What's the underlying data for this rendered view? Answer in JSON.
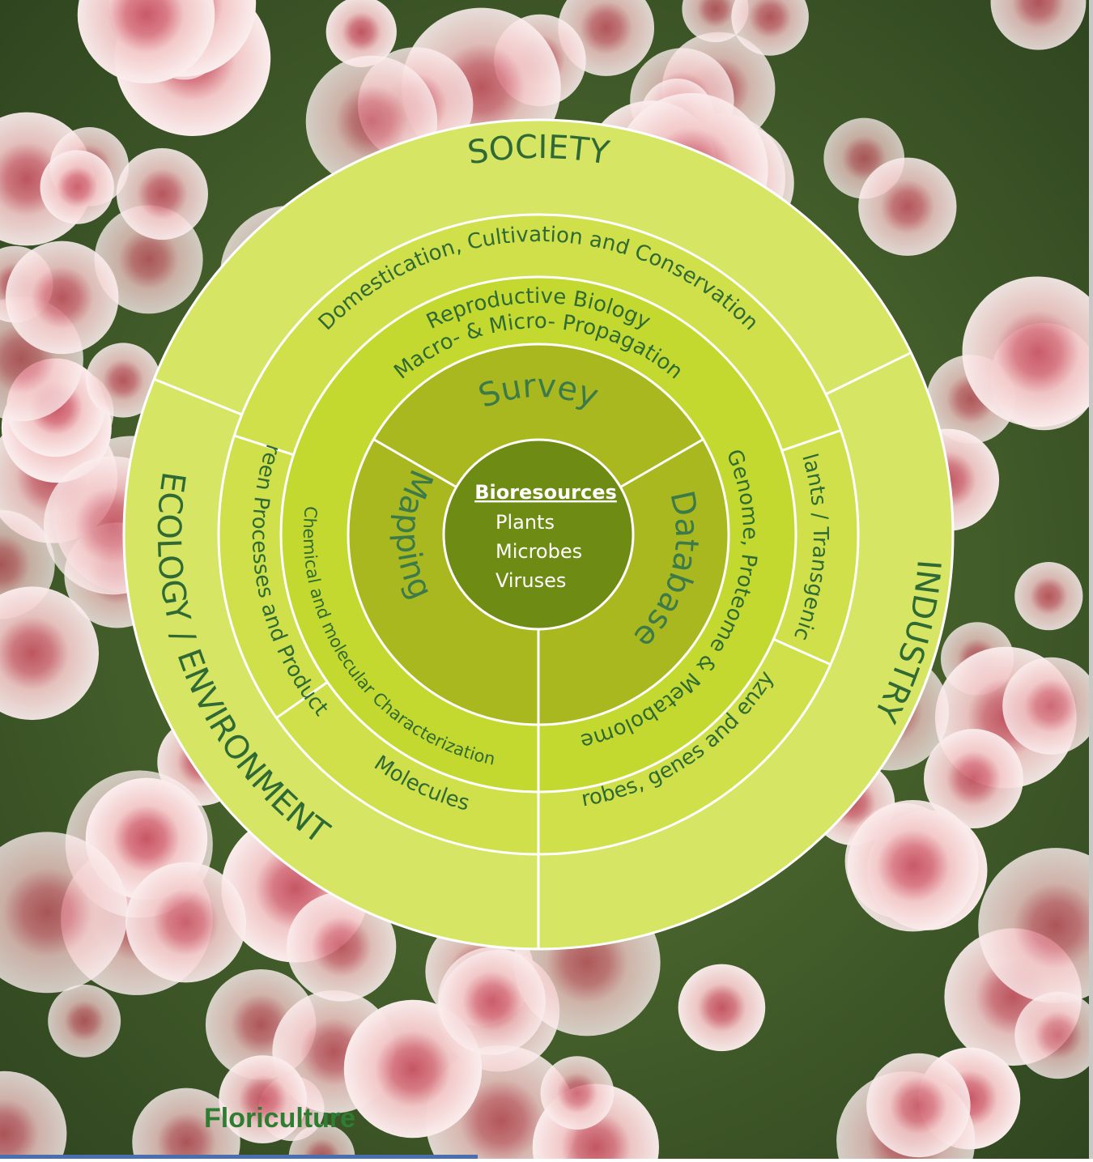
{
  "diagram": {
    "background": {
      "description_icon": "chrysanthemum-flowers-photo",
      "colors": {
        "flower_pink": "#f3c9c9",
        "flower_center": "#c85664",
        "leaf": "#4c6b2f",
        "dark_leaf": "#2a3c1a"
      }
    },
    "colors": {
      "outer_ring": "#d7e564",
      "middle_ring": "#cfe04a",
      "inner_ring": "#c4d930",
      "core_segments": "#a9b81f",
      "center": "#6e8b14",
      "divider": "#ffffff",
      "text": "#2f6a35",
      "center_text": "#ffffff"
    },
    "outer_ring": {
      "society": "SOCIETY",
      "ecology": "ECOLOGY / ENVIRONMENT",
      "industry": "INDUSTRY"
    },
    "middle_ring": {
      "domestication": "Domestication, Cultivation and Conservation",
      "green_processes": "Green Processes and Products",
      "molecules": "Molecules",
      "plants_transgenics": "Plants / Transgenics",
      "microbes_genes": "Microbes, genes and enzymes"
    },
    "inner_ring": {
      "reproductive": "Reproductive Biology",
      "propagation": "Macro- & Micro- Propagation",
      "chemical": "Chemical and molecular Characterization",
      "genome": "Genome, Proteome & Metabolome"
    },
    "core": {
      "survey": "Survey",
      "mapping": "Mapping",
      "database": "Database"
    },
    "center": {
      "title": "Bioresources",
      "items": [
        "Plants",
        "Microbes",
        "Viruses"
      ]
    }
  },
  "caption": "Floriculture"
}
